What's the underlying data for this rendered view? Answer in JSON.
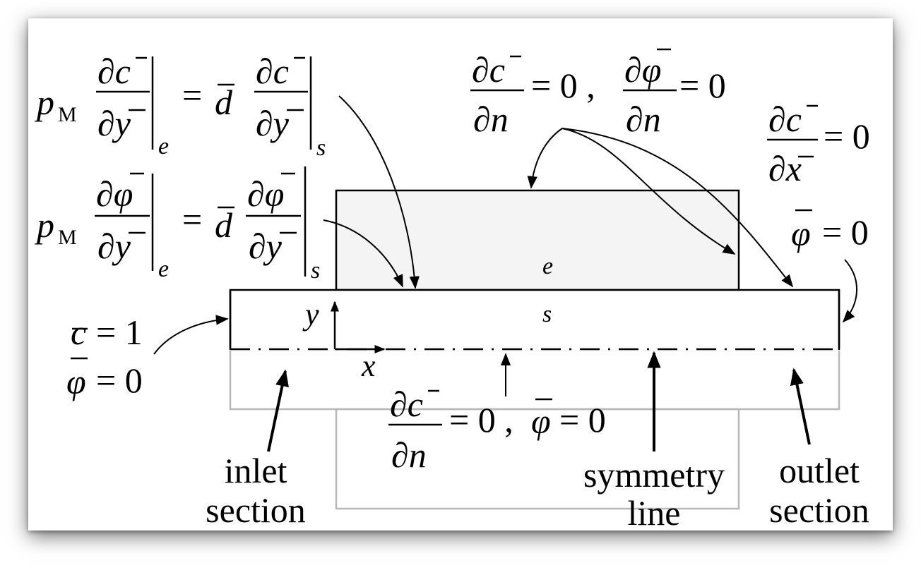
{
  "regions": {
    "electrode_label": "e",
    "separator_label": "s"
  },
  "axes": {
    "x_label": "x",
    "y_label": "y"
  },
  "boundary_conditions": {
    "interface_c": {
      "lhs_coef": "p",
      "lhs_sub": "M",
      "lhs_eval": "e",
      "rhs_coef": "d",
      "rhs_eval": "s",
      "num": "∂c",
      "den": "∂y",
      "eq": "="
    },
    "interface_phi": {
      "lhs_coef": "p",
      "lhs_sub": "M",
      "lhs_eval": "e",
      "rhs_coef": "d",
      "rhs_eval": "s",
      "num": "∂φ",
      "den": "∂y",
      "eq": "="
    },
    "top_walls": {
      "num1": "∂c",
      "den1": "∂n",
      "rhs1": "= 0 ,",
      "num2": "∂φ",
      "den2": "∂n",
      "rhs2": "= 0"
    },
    "outlet": {
      "num": "∂c",
      "den": "∂x",
      "rhs": "= 0",
      "phi": "φ",
      "phi_rhs": "= 0"
    },
    "inlet": {
      "c": "c",
      "c_rhs": "= 1",
      "phi": "φ",
      "phi_rhs": "= 0"
    },
    "symmetry": {
      "num": "∂c",
      "den": "∂n",
      "rhs": "= 0 ,",
      "phi": "φ",
      "phi_rhs": "= 0"
    }
  },
  "labels": {
    "inlet_line1": "inlet",
    "inlet_line2": "section",
    "symmetry_line1": "symmetry",
    "symmetry_line2": "line",
    "outlet_line1": "outlet",
    "outlet_line2": "section"
  }
}
